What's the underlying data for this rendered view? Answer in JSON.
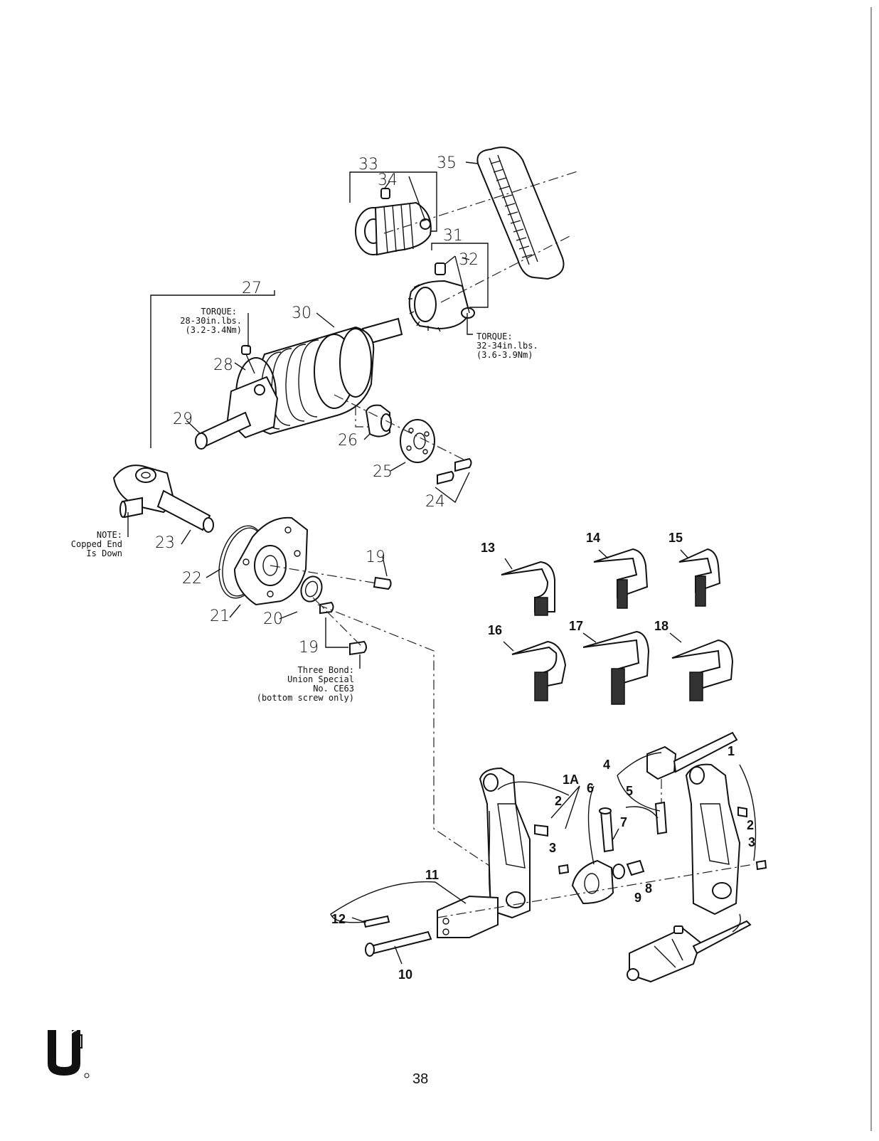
{
  "callouts": {
    "c35": "35",
    "c33": "33",
    "c34": "34",
    "c31": "31",
    "c32": "32",
    "c27": "27",
    "c30": "30",
    "c28": "28",
    "c29": "29",
    "c26": "26",
    "c25": "25",
    "c24": "24",
    "c23": "23",
    "c22": "22",
    "c21": "21",
    "c20": "20",
    "c19a": "19",
    "c19b": "19",
    "c13": "13",
    "c14": "14",
    "c15": "15",
    "c16": "16",
    "c17": "17",
    "c18": "18",
    "c1": "1",
    "c1A": "1A",
    "c2a": "2",
    "c2b": "2",
    "c3a": "3",
    "c3b": "3",
    "c4": "4",
    "c5": "5",
    "c6": "6",
    "c7": "7",
    "c8": "8",
    "c9": "9",
    "c10": "10",
    "c11": "11",
    "c12": "12"
  },
  "notes": {
    "torque_left": [
      "TORQUE:",
      "28-30in.lbs.",
      "(3.2-3.4Nm)"
    ],
    "torque_right": [
      "TORQUE:",
      "32-34in.lbs.",
      "(3.6-3.9Nm)"
    ],
    "note_capped": [
      "NOTE:",
      "Copped End",
      "Is Down"
    ],
    "three_bond": [
      "Three Bond:",
      "Union Special",
      "No. CE63",
      "(bottom screw only)"
    ]
  },
  "footer": {
    "page_number": "38",
    "logo": "union-special-logo"
  }
}
